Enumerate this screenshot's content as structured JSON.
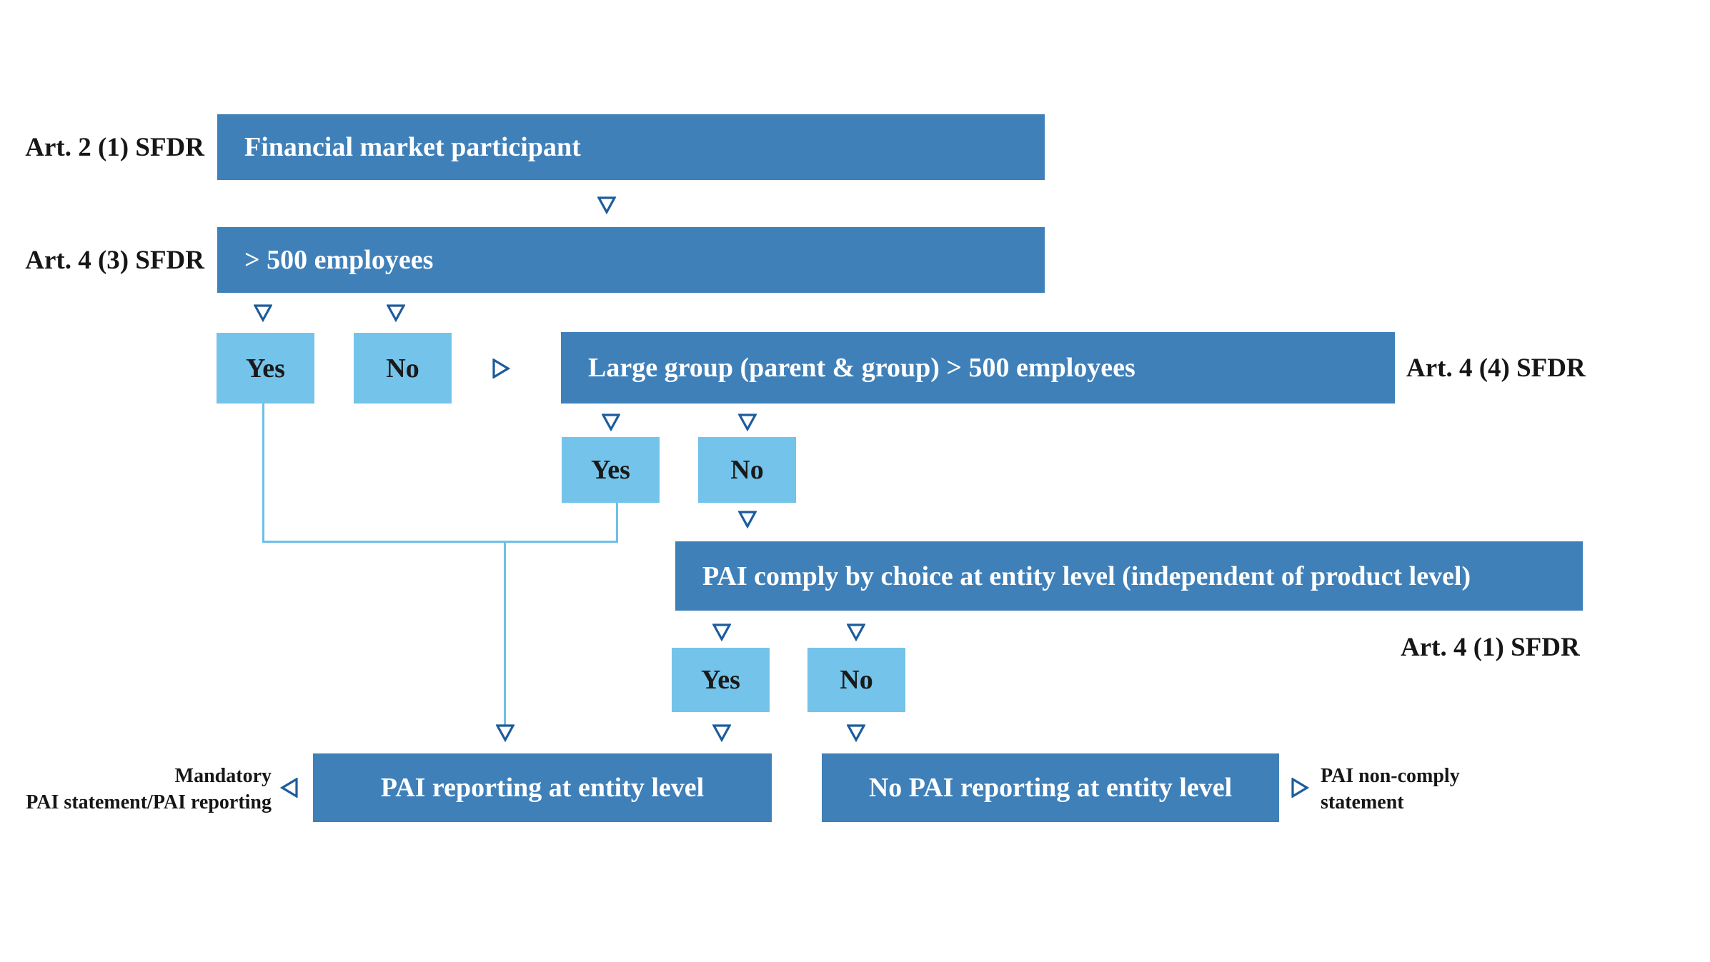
{
  "diagram": {
    "title": "SFDR PAI reporting decision tree",
    "colors": {
      "dark_blue": "#3f80b9",
      "light_blue": "#74c3ea",
      "connector_blue": "#6dbfe8",
      "arrow_blue": "#1c5c9e",
      "text_dark": "#161616",
      "text_light": "#ffffff",
      "background": "#ffffff"
    },
    "article_labels": {
      "art_2_1": "Art. 2 (1) SFDR",
      "art_4_3": "Art. 4 (3) SFDR",
      "art_4_4": "Art. 4 (4) SFDR",
      "art_4_1": "Art. 4 (1) SFDR"
    },
    "nodes": {
      "financial_market_participant": "Financial market participant",
      "employees_500": ">  500 employees",
      "decision1_yes": "Yes",
      "decision1_no": "No",
      "large_group": "Large group (parent & group) >  500 employees",
      "decision2_yes": "Yes",
      "decision2_no": "No",
      "pai_comply_choice": "PAI comply by choice at entity level (independent of product level)",
      "decision3_yes": "Yes",
      "decision3_no": "No",
      "pai_reporting_entity": "PAI reporting at entity level",
      "no_pai_reporting_entity": "No PAI reporting at entity level"
    },
    "annotations": {
      "mandatory_line1": "Mandatory",
      "mandatory_line2": "PAI statement/PAI reporting",
      "non_comply_line1": "PAI non-comply",
      "non_comply_line2": "statement"
    },
    "icons": {
      "down_arrow": "triangle-down-icon",
      "right_arrow": "triangle-right-icon",
      "left_arrow": "triangle-left-icon"
    }
  }
}
